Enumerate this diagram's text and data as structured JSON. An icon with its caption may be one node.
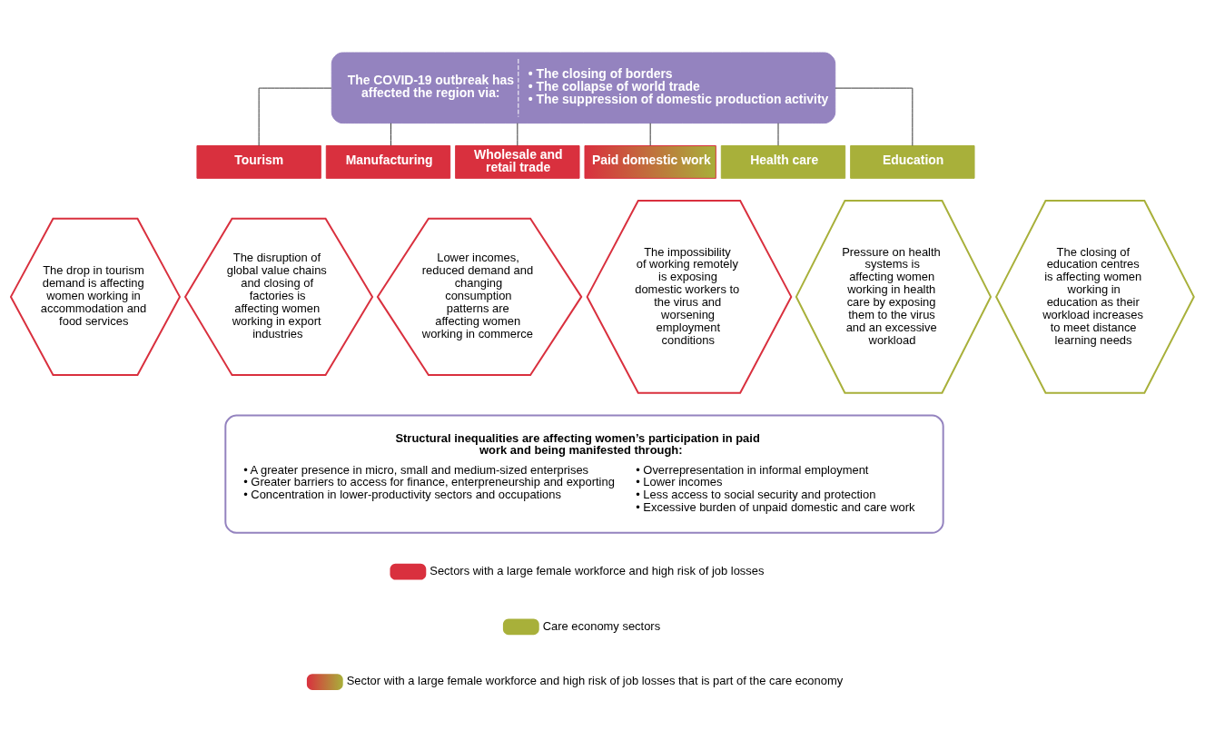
{
  "diagram": {
    "nodes": [
      {
        "text": [
          "The COVID-19 outbreak has affected the region via:",
          "• The closing of borders",
          "• The collapse of world trade",
          "• The suppression of domestic production activity"
        ]
      },
      {
        "text": [
          "Tourism"
        ]
      },
      {
        "text": [
          "Manufacturing"
        ]
      },
      {
        "text": [
          "Wholesale and retail trade"
        ]
      },
      {
        "text": [
          "Paid domestic work"
        ]
      },
      {
        "text": [
          "Health care"
        ]
      },
      {
        "text": [
          "Education"
        ]
      },
      {
        "text": [
          "The drop in tourism demand is affecting women working in accommodation and food services"
        ]
      },
      {
        "text": [
          "The disruption of global value chains and closing of factories is affecting women working in export industries"
        ]
      },
      {
        "text": [
          "Lower incomes, reduced demand and changing consumption patterns are affecting women working in commerce"
        ]
      },
      {
        "text": [
          "The impossibility of working remotely is exposing domestic workers to the virus and worsening employment conditions"
        ]
      },
      {
        "text": [
          "Pressure on health systems is affecting women working in health care by exposing them to the virus and an excessive workload"
        ]
      },
      {
        "text": [
          "The closing of education centres is affecting women working in education as their workload increases to meet distance learning needs"
        ]
      },
      {
        "text": [
          "Structural inequalities are affecting women’s participation in paid work and being manifested through:",
          "• A greater presence in micro, small and medium-sized enterprises",
          "• Greater barriers to access for finance, enterpreneurship and exporting",
          "• Concentration in lower-productivity sectors and occupations",
          "• Overrepresentation in informal employment",
          "• Lower incomes",
          "• Less access to social security and protection",
          "• Excessive burden of unpaid domestic and care work"
        ]
      }
    ],
    "edges": [
      {
        "from": 0,
        "to": 1,
        "arrow": "none"
      },
      {
        "from": 0,
        "to": 2,
        "arrow": "none"
      },
      {
        "from": 0,
        "to": 3,
        "arrow": "none"
      },
      {
        "from": 0,
        "to": 4,
        "arrow": "none"
      },
      {
        "from": 0,
        "to": 5,
        "arrow": "none"
      },
      {
        "from": 0,
        "to": 6,
        "arrow": "none"
      }
    ],
    "legend": [
      {
        "text": "Sectors with a large female workforce and high risk of job losses",
        "color": "#d9303e"
      },
      {
        "text": "Care economy sectors",
        "color": "#a8b03a"
      },
      {
        "text": "Sector with a large female workforce and high risk of job losses that is part of the care economy"
      }
    ]
  }
}
